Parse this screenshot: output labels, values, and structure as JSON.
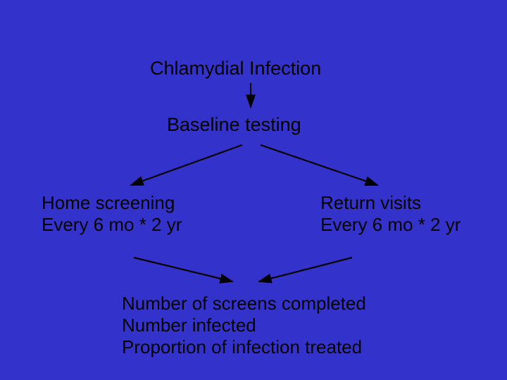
{
  "slide": {
    "background_color": "#3333cc",
    "text_color": "#000000",
    "arrow_color": "#000000"
  },
  "diagram": {
    "type": "flowchart",
    "title": "Chlamydial Infection",
    "nodes": [
      {
        "id": "title",
        "label": "Chlamydial Infection"
      },
      {
        "id": "baseline",
        "label": "Baseline testing"
      },
      {
        "id": "home",
        "label": "Home screening\nEvery 6 mo * 2 yr"
      },
      {
        "id": "return",
        "label": "Return visits\nEvery 6 mo * 2 yr"
      },
      {
        "id": "outcome",
        "label": "Number of screens completed\nNumber infected\nProportion of infection treated"
      }
    ],
    "edges": [
      {
        "from": "title",
        "to": "baseline"
      },
      {
        "from": "baseline",
        "to": "home"
      },
      {
        "from": "baseline",
        "to": "return"
      },
      {
        "from": "home",
        "to": "outcome"
      },
      {
        "from": "return",
        "to": "outcome"
      }
    ]
  }
}
